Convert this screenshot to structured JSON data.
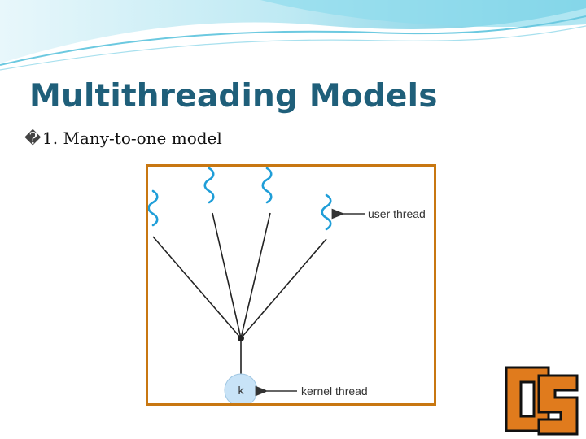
{
  "slide": {
    "title": "Multithreading Models",
    "bullet": {
      "marker": "�",
      "text": "1. Many-to-one model"
    }
  },
  "diagram": {
    "user_thread_label": "user thread",
    "kernel_thread_label": "kernel thread",
    "kernel_node_label": "k",
    "user_thread_count": 4,
    "kernel_thread_count": 1
  },
  "colors": {
    "title": "#1f5f7a",
    "frame_border": "#c87711",
    "squiggle": "#1f9ed8",
    "kernel_node_fill": "#c8e3f7",
    "header_swoosh": "#7fd3e8",
    "logo_orange": "#e07b1d"
  },
  "icons": {
    "bullet": "bullet-glyph",
    "logo": "os-logo",
    "arrow": "left-arrow-icon"
  }
}
